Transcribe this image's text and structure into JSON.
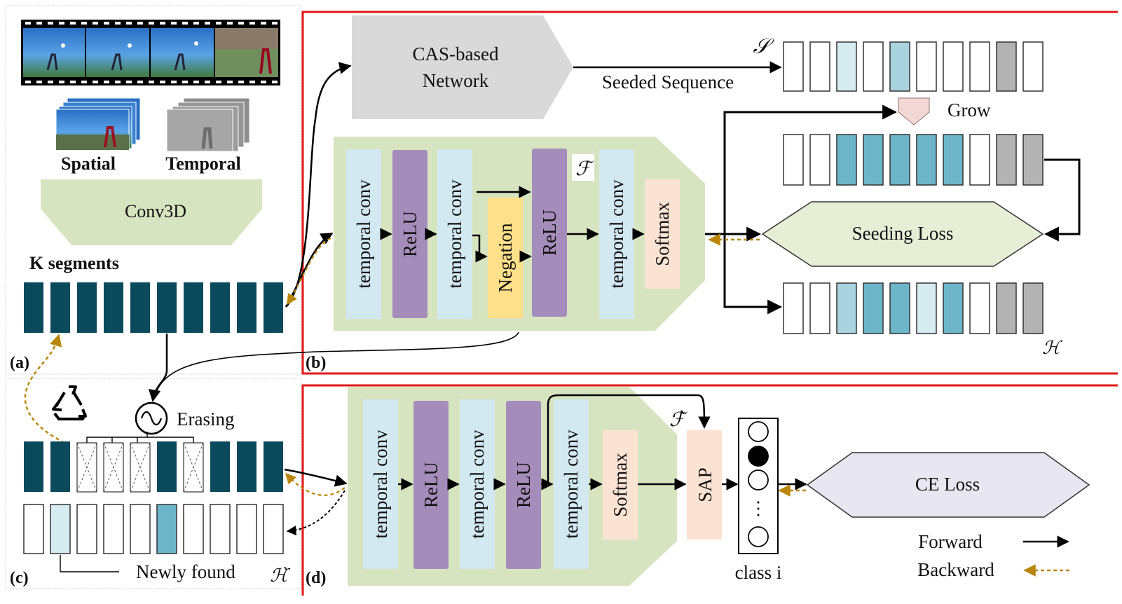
{
  "panels": {
    "a": {
      "label": "(a)",
      "spatial_label": "Spatial",
      "temporal_label": "Temporal",
      "conv3d_label": "Conv3D",
      "segments_label": "K segments"
    },
    "b": {
      "label": "(b)",
      "cas_network_line1": "CAS-based",
      "cas_network_line2": "Network",
      "seeded_sequence_label": "Seeded Sequence",
      "s_symbol": "𝒮",
      "grow_label": "Grow",
      "f_symbol": "ℱ",
      "seeding_loss_label": "Seeding Loss",
      "h_symbol": "ℋ",
      "layers": {
        "temporal_conv_1": "temporal conv",
        "relu_1": "ReLU",
        "temporal_conv_2": "temporal conv",
        "negation": "Negation",
        "relu_2": "ReLU",
        "temporal_conv_3": "temporal conv",
        "softmax": "Softmax"
      }
    },
    "c": {
      "label": "(c)",
      "erasing_label": "Erasing",
      "newly_found_label": "Newly found",
      "h_prime_symbol": "ℋ̀"
    },
    "d": {
      "label": "(d)",
      "f_prime_symbol": "ℱ̀",
      "layers": {
        "temporal_conv_1": "temporal conv",
        "relu_1": "ReLU",
        "temporal_conv_2": "temporal conv",
        "relu_2": "ReLU",
        "temporal_conv_3": "temporal conv",
        "softmax": "Softmax"
      },
      "sap_label": "SAP",
      "class_label": "class i",
      "ce_loss_label": "CE Loss",
      "ellipsis": "⋮"
    }
  },
  "legend": {
    "forward_label": "Forward",
    "backward_label": "Backward"
  },
  "colors": {
    "segment_dark": "#0b4a5c",
    "seq_light": "#d6ecf1",
    "seq_mid": "#a9d3df",
    "seq_teal": "#6db5c8",
    "seq_gray": "#b3b3b3",
    "panel_border_red": "#e01a1a",
    "network_green": "#d7e4c0",
    "conv_blue": "#d3e9f2",
    "relu_purple": "#a58dbb",
    "negation_yellow": "#ffe08a",
    "softmax_peach": "#fbe3d4",
    "cas_gray": "#d9d9d9",
    "ce_loss_lavender": "#e8e6f0",
    "backward_gold": "#b8860b"
  }
}
